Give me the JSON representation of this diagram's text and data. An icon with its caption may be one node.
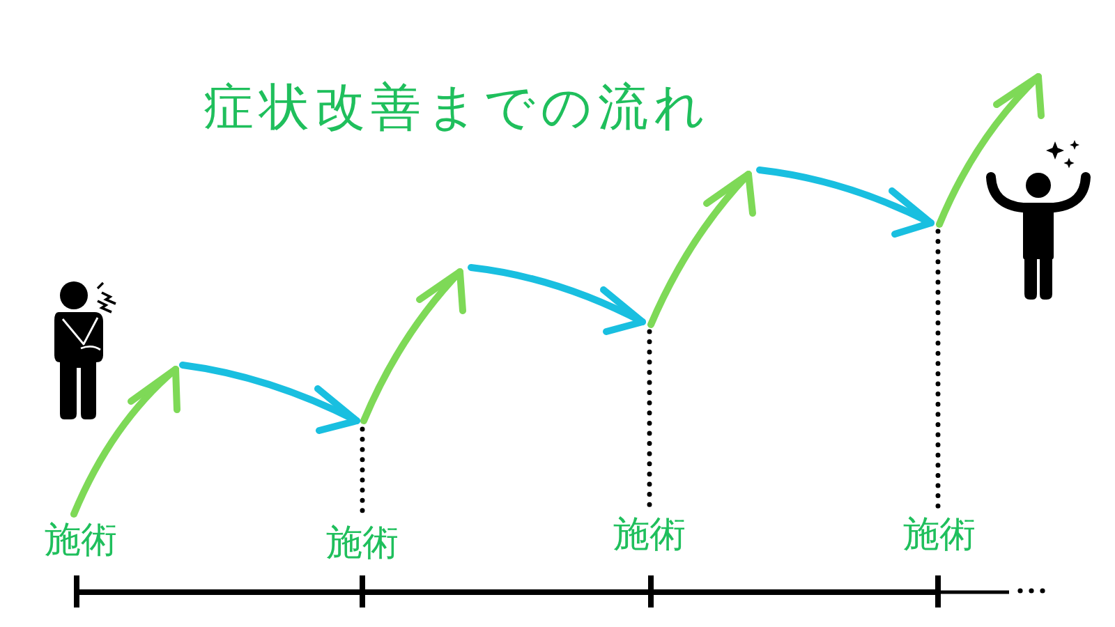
{
  "diagram": {
    "title": "症状改善までの流れ",
    "nodes": [
      {
        "text": [],
        "shape": "person"
      },
      {
        "text": [
          "施術"
        ]
      },
      {
        "text": [
          "施術"
        ]
      },
      {
        "text": [
          "施術"
        ]
      },
      {
        "text": [
          "施術"
        ]
      },
      {
        "text": [],
        "shape": "person"
      }
    ]
  }
}
